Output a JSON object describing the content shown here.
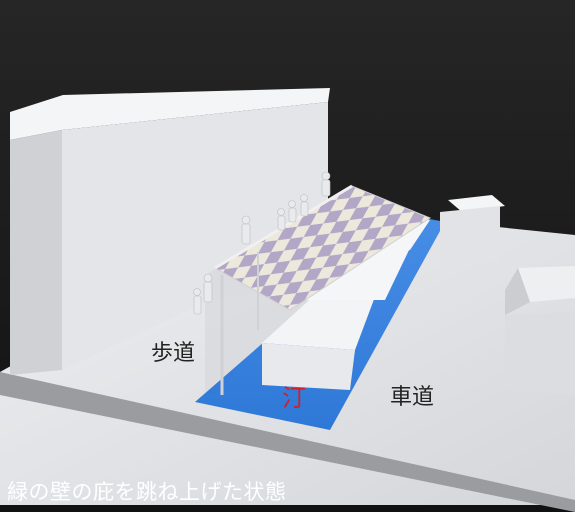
{
  "labels": {
    "sidewalk": "歩道",
    "waterfront": "汀",
    "roadway": "車道"
  },
  "caption": "緑の壁の庇を跳ね上げた状態",
  "colors": {
    "background": "#1a1a1a",
    "model_white": "#e6e7e9",
    "blue_strip": "#2f7fe0",
    "label_red": "#d0202a",
    "caption_text": "#ffffff"
  }
}
